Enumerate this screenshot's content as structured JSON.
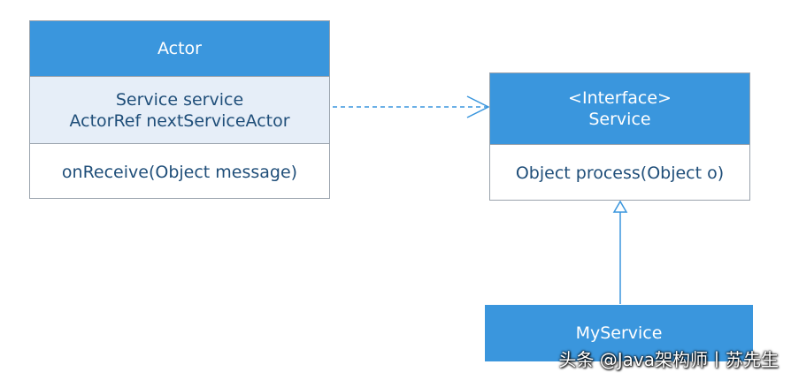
{
  "actor": {
    "name": "Actor",
    "attributes": [
      "Service service",
      "ActorRef nextServiceActor"
    ],
    "methods": [
      "onReceive(Object message)"
    ]
  },
  "service": {
    "stereotype": "<Interface>",
    "name": "Service",
    "methods": [
      "Object process(Object o)"
    ]
  },
  "my_service": {
    "name": "MyService"
  },
  "watermark": "头条 @Java架构师丨苏先生",
  "colors": {
    "header": "#3a96dd",
    "shaded": "#e6eef8",
    "text": "#1f4e79",
    "border": "#9aa3ad",
    "connector": "#3a96dd"
  }
}
